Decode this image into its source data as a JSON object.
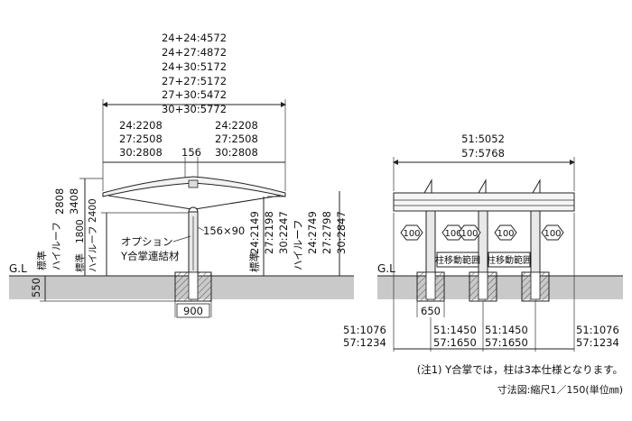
{
  "left_view": {
    "top_dims": [
      "24+24:4572",
      "24+27:4872",
      "24+30:5172",
      "27+27:5172",
      "27+30:5472",
      "30+30:5772"
    ],
    "left_half_dims": [
      "24:2208",
      "27:2508",
      "30:2808"
    ],
    "center_dim": "156",
    "right_half_dims": [
      "24:2208",
      "27:2508",
      "30:2808"
    ],
    "height_standard": "2808",
    "height_high_roof": "3408",
    "left_vertical_label": "標準\nハイルーフ",
    "clearance_label": "標準\nハイルーフ",
    "clearance_values": "1800\n2400",
    "option_label": "オプション",
    "option_sub_label": "Y合掌連結材",
    "post_size": "156×90",
    "right_heights": [
      "24:2149",
      "27:2198",
      "30:2247"
    ],
    "right_heights_label": "標準",
    "right_heights_high": [
      "24:2749",
      "27:2798",
      "30:2847"
    ],
    "right_heights_high_label": "ハイルーフ",
    "ground_label": "G.L",
    "foundation_depth": "550",
    "foundation_width": "900"
  },
  "right_view": {
    "top_dims": [
      "51:5052",
      "57:5768"
    ],
    "badge_value": "100",
    "movement_range": "柱移動範囲",
    "ground_label": "G.L",
    "foundation_width": "650",
    "bottom_dims": [
      [
        "51:1076",
        "57:1234"
      ],
      [
        "51:1450",
        "57:1650"
      ],
      [
        "51:1450",
        "57:1650"
      ],
      [
        "51:1076",
        "57:1234"
      ]
    ]
  },
  "notes": {
    "note1": "(注1) Y合掌では，柱は3本仕様となります。",
    "scale": "寸法図:縮尺1／150(単位㎜)"
  }
}
